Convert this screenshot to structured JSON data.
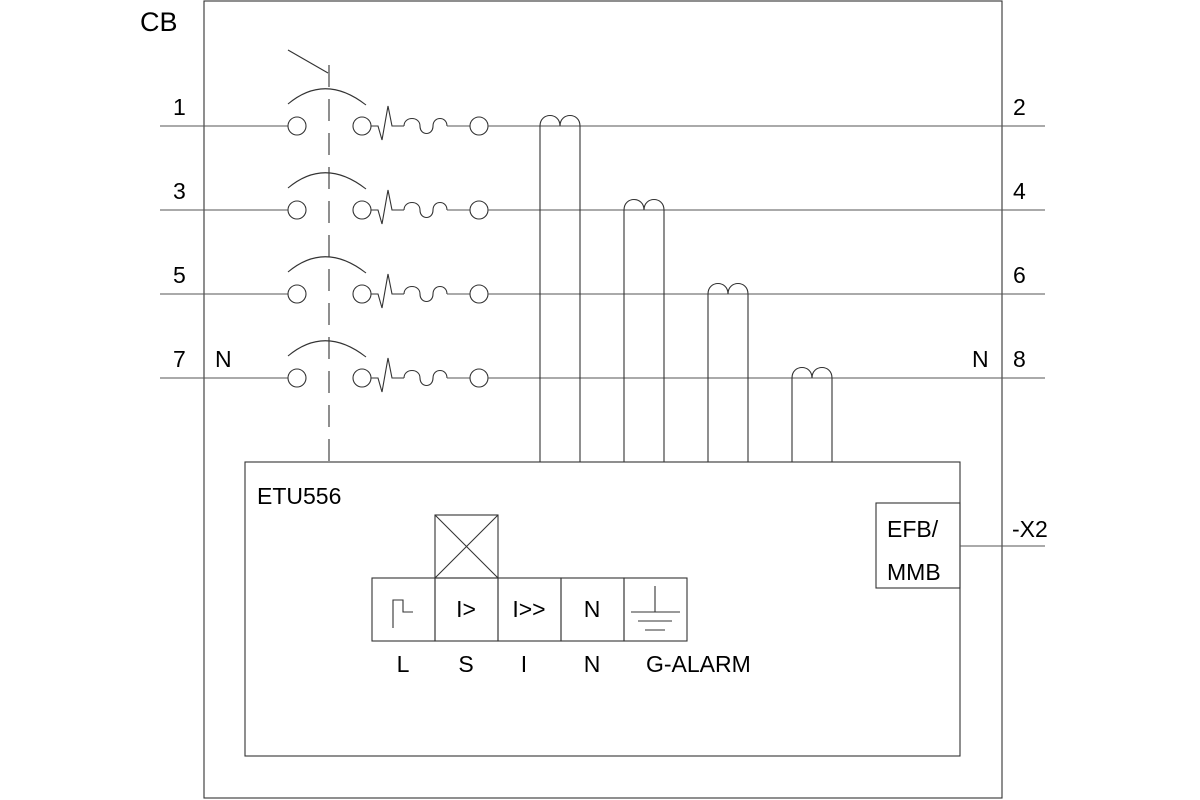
{
  "diagram": {
    "breaker_label": "CB",
    "terminals": {
      "in": [
        "1",
        "3",
        "5",
        "7"
      ],
      "out": [
        "2",
        "4",
        "6",
        "8"
      ],
      "neutral_in": "N",
      "neutral_out": "N"
    },
    "trip_unit": {
      "name": "ETU556",
      "module_line1": "EFB/",
      "module_line2": "MMB",
      "connector_label": "-X2",
      "functions": [
        "L",
        "S",
        "I",
        "N",
        "G-ALARM"
      ],
      "cell_s": "I>",
      "cell_i": "I>>",
      "cell_n": "N"
    }
  }
}
